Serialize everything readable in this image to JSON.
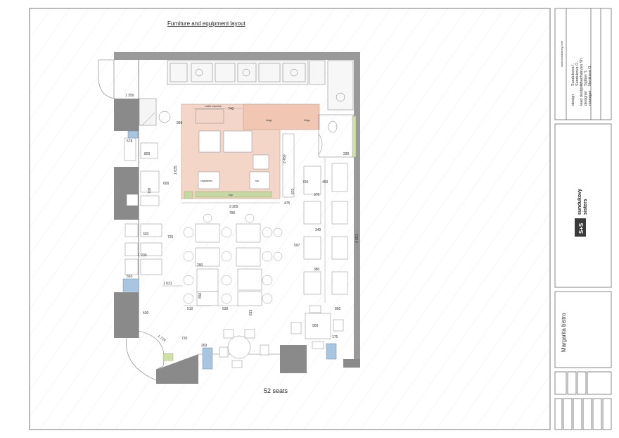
{
  "title": "Furniture and equipment layout",
  "seats_caption": "52 seats",
  "project_name": "Margarita bistro",
  "brand": {
    "logo": "S+S",
    "line1": "sundukovy",
    "line2": "sisters",
    "website": "www.sundukovy.com"
  },
  "credits": [
    {
      "role": "design",
      "name": "Sundukova I."
    },
    {
      "role": "",
      "name": "Sundukova O."
    },
    {
      "role": "lead designer",
      "name": "Khachatryan Sh."
    },
    {
      "role": "designer",
      "name": "Sgibov Y."
    },
    {
      "role": "manager",
      "name": "Novikova O."
    }
  ],
  "dimensions": {
    "d740": "740",
    "d966": "966",
    "d1835": "1 835",
    "d2450": "2 450",
    "d3305": "3 305",
    "d475": "475",
    "d780": "780",
    "d600": "600",
    "d760": "760",
    "d870": "870",
    "d450": "450",
    "d290": "290",
    "d4651": "4 651",
    "d597": "597",
    "d725": "725",
    "d1200": "1 200",
    "d563": "563",
    "d1031": "1 031",
    "d430": "430",
    "d200": "200",
    "d650": "650",
    "d510": "510",
    "d530": "530",
    "d615": "615",
    "d900": "900",
    "d263": "263",
    "d175": "175",
    "d578": "578",
    "d1724": "1 724",
    "d720": "720",
    "d370": "370",
    "d380": "380",
    "d800": "800",
    "d700": "700",
    "d320": "320",
    "d340": "340",
    "d860": "860"
  },
  "labels": {
    "coffee_machine": "coffee machine",
    "fridge": "fridge",
    "vegetables": "vegetables",
    "bar": "bar",
    "tray": "tray"
  }
}
